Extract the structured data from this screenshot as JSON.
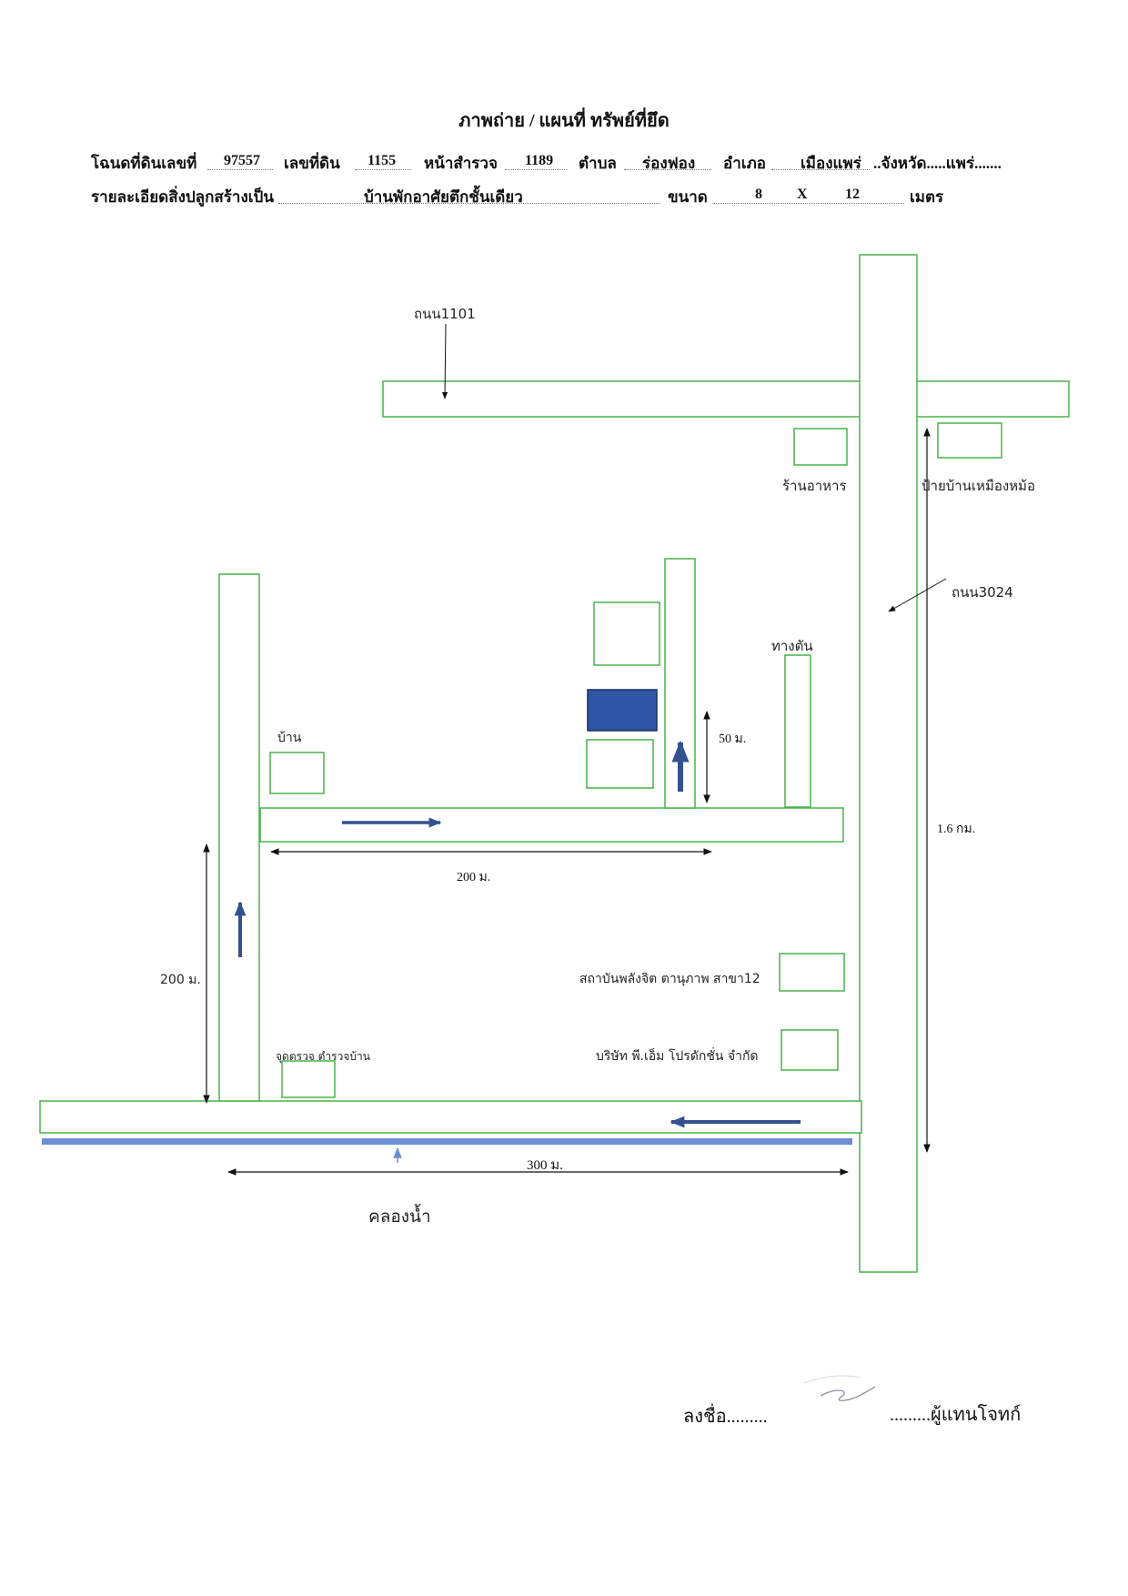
{
  "title": "ภาพถ่าย / แผนที่ ทรัพย์ที่ยึด",
  "header": {
    "deed_label": "โฉนดที่ดินเลขที่",
    "deed_no": "97557",
    "land_no_label": "เลขที่ดิน",
    "land_no": "1155",
    "survey_page_label": "หน้าสำรวจ",
    "survey_page": "1189",
    "subdistrict_label": "ตำบล",
    "subdistrict": "ร่องฟอง",
    "district_label": "อำเภอ",
    "district": "เมืองแพร่",
    "province_text": "..จังหวัด.....แพร่.......",
    "building_label": "รายละเอียดสิ่งปลูกสร้างเป็น",
    "building": "บ้านพักอาศัยตึกชั้นเดียว",
    "size_label": "ขนาด",
    "width": "8",
    "times": "X",
    "length": "12",
    "unit": "เมตร"
  },
  "map": {
    "road_1101": "ถนน1101",
    "road_3024": "ถนน3024",
    "restaurant": "ร้านอาหาร",
    "village_sign": "ป้ายบ้านเหมืองหม้อ",
    "dead_end": "ทางตัน",
    "house": "บ้าน",
    "dist_50": "50 ม.",
    "dist_200_h": "200 ม.",
    "dist_200_v": "200 ม.",
    "dist_1_6": "1.6 กม.",
    "dist_300": "300 ม.",
    "institute": "สถาบันพลังจิต ตานุภาพ สาขา12",
    "company": "บริษัท พี.เอ็ม โปรดักชั่น จำกัด",
    "police_post": "จุดตรวจ ตำรวจบ้าน",
    "canal": "คลองน้ำ",
    "colors": {
      "road_outline": "#49b449",
      "target_property": "#2f55a4",
      "direction_arrow": "#34518f",
      "canal": "#6d8fd6"
    }
  },
  "signature": {
    "left": "ลงชื่อ.........",
    "right": ".........ผู้แทนโจทก์"
  }
}
